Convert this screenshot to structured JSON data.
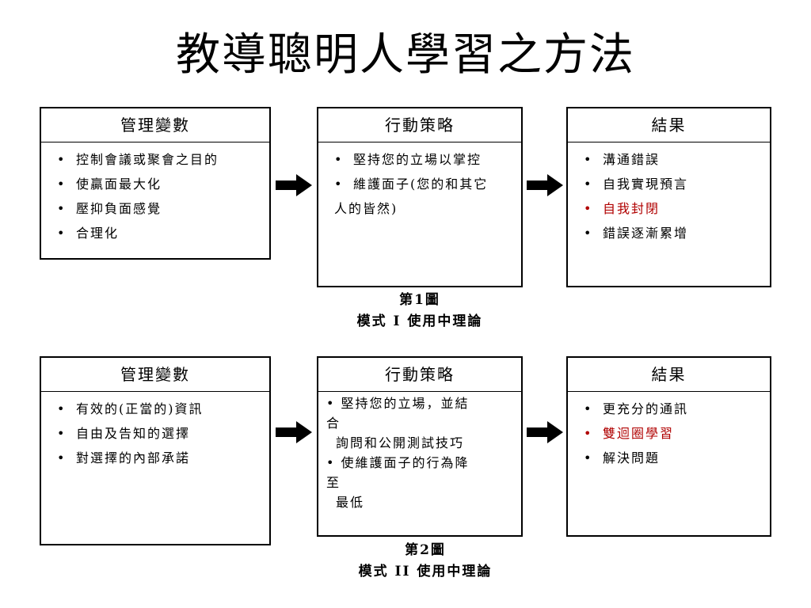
{
  "title": "教導聰明人學習之方法",
  "model1": {
    "box1": {
      "header": "管理變數",
      "items": [
        "控制會議或聚會之目的",
        "使贏面最大化",
        "壓抑負面感覺",
        "合理化"
      ]
    },
    "box2": {
      "header": "行動策略",
      "items": [
        "堅持您的立場以掌控",
        "維護面子(您的和其它"
      ],
      "cont": "人的皆然)"
    },
    "box3": {
      "header": "結果",
      "items": [
        "溝通錯誤",
        "自我實現預言",
        "自我封閉",
        "錯誤逐漸累增"
      ]
    },
    "caption": {
      "line1": "第1圖",
      "line2": "模式 I 使用中理論"
    }
  },
  "model2": {
    "box1": {
      "header": "管理變數",
      "items": [
        "有效的(正當的)資訊",
        "自由及告知的選擇",
        "對選擇的內部承諾"
      ]
    },
    "box2": {
      "header": "行動策略",
      "lines": [
        "• 堅持您的立場，並結",
        "合",
        "詢問和公開測試技巧",
        "• 使維護面子的行為降",
        "至",
        "最低"
      ]
    },
    "box3": {
      "header": "結果",
      "items": [
        "更充分的通訊",
        "雙迴圈學習",
        "解決問題"
      ]
    },
    "caption": {
      "line1": "第2圖",
      "line2": "模式 II 使用中理論"
    }
  },
  "colors": {
    "highlight": "#b00000"
  }
}
